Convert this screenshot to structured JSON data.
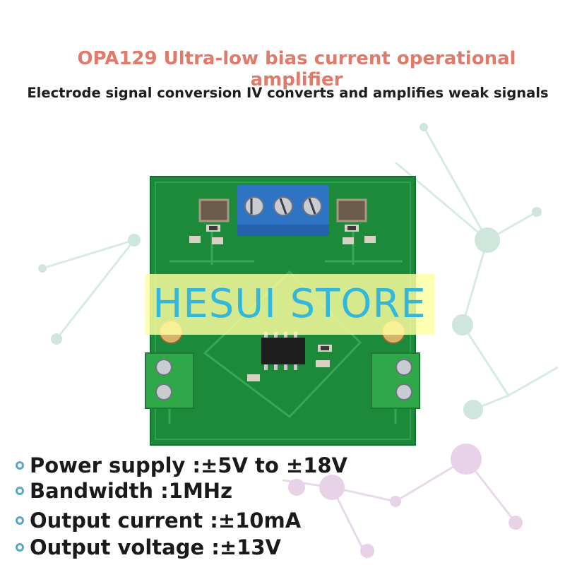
{
  "header": {
    "title": "OPA129 Ultra-low bias current operational amplifier",
    "subtitle": "Electrode signal conversion IV converts and amplifies weak signals"
  },
  "watermark": "HESUI STORE",
  "specs": [
    {
      "label": "Power supply :±5V to ±18V"
    },
    {
      "label": "Bandwidth :1MHz"
    },
    {
      "label": "Output current :±10mA"
    },
    {
      "label": "Output voltage :±13V"
    }
  ],
  "colors": {
    "title": "#e07a6a",
    "pcb": "#1f8a3c",
    "terminal_blue": "#2f74c4",
    "terminal_green": "#2fa84a",
    "watermark_text": "#33b7dd",
    "watermark_bg": "#ffff9f",
    "bullet": "#5aa8c9"
  }
}
